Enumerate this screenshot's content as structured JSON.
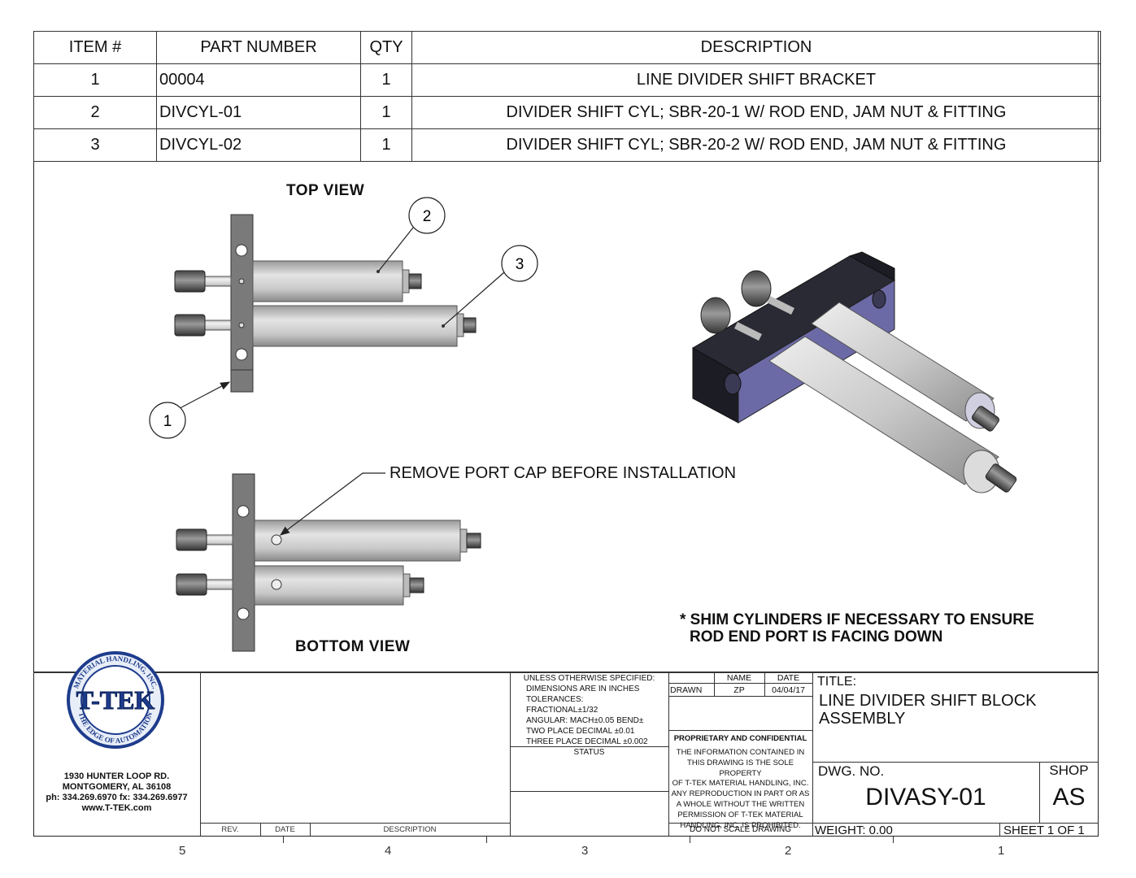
{
  "bom": {
    "headers": [
      "ITEM #",
      "PART NUMBER",
      "QTY",
      "DESCRIPTION"
    ],
    "rows": [
      {
        "item": "1",
        "part": "00004",
        "qty": "1",
        "desc": "LINE DIVIDER SHIFT BRACKET"
      },
      {
        "item": "2",
        "part": "DIVCYL-01",
        "qty": "1",
        "desc": "DIVIDER SHIFT CYL; SBR-20-1 W/ ROD END, JAM NUT & FITTING"
      },
      {
        "item": "3",
        "part": "DIVCYL-02",
        "qty": "1",
        "desc": "DIVIDER SHIFT CYL; SBR-20-2 W/ ROD END, JAM NUT & FITTING"
      }
    ]
  },
  "drawing": {
    "top_view_label": "TOP VIEW",
    "bottom_view_label": "BOTTOM VIEW",
    "balloons": [
      "1",
      "2",
      "3"
    ],
    "port_note": "REMOVE PORT CAP BEFORE INSTALLATION",
    "shim_note_line1": "* SHIM CYLINDERS IF NECESSARY TO ENSURE",
    "shim_note_line2": "ROD END PORT IS FACING DOWN"
  },
  "company": {
    "logo_text": "T-TEK",
    "logo_ring_top": "MATERIAL HANDLING, INC.",
    "logo_ring_bottom": "THE EDGE OF AUTOMATION",
    "address1": "1930 HUNTER LOOP RD.",
    "address2": "MONTGOMERY, AL   36108",
    "phone": "ph: 334.269.6970 fx: 334.269.6977",
    "web": "www.T-TEK.com"
  },
  "revision": {
    "rev_header": "REV.",
    "date_header": "DATE",
    "desc_header": "DESCRIPTION"
  },
  "tolerances": {
    "line1": "UNLESS OTHERWISE SPECIFIED:",
    "line2": "DIMENSIONS ARE IN INCHES",
    "line3": "TOLERANCES:",
    "line4": "FRACTIONAL±1/32",
    "line5": "ANGULAR: MACH±0.05 BEND±",
    "line6": "TWO PLACE DECIMAL   ±0.01",
    "line7": "THREE PLACE DECIMAL ±0.002",
    "status": "STATUS"
  },
  "signoff": {
    "name_header": "NAME",
    "date_header": "DATE",
    "drawn_label": "DRAWN",
    "drawn_name": "ZP",
    "drawn_date": "04/04/17"
  },
  "proprietary": {
    "heading": "PROPRIETARY AND CONFIDENTIAL",
    "lines": [
      "THE INFORMATION CONTAINED IN",
      "THIS DRAWING IS THE SOLE PROPERTY",
      "OF T-TEK MATERIAL HANDLING, INC.",
      "ANY REPRODUCTION IN PART OR AS",
      "A WHOLE WITHOUT THE WRITTEN",
      "PERMISSION OF T-TEK MATERIAL",
      "HANDLING, INC. IS PROHIBITED."
    ],
    "do_not_scale": "DO NOT SCALE DRAWING"
  },
  "title_block": {
    "title_label": "TITLE:",
    "title_line1": "LINE DIVIDER SHIFT BLOCK",
    "title_line2": "ASSEMBLY",
    "dwg_no_label": "DWG.  NO.",
    "dwg_no": "DIVASY-01",
    "shop_label": "SHOP",
    "shop": "AS",
    "weight": "WEIGHT: 0.00",
    "sheet": "SHEET 1 OF 1"
  },
  "zones": [
    "5",
    "4",
    "3",
    "2",
    "1"
  ]
}
